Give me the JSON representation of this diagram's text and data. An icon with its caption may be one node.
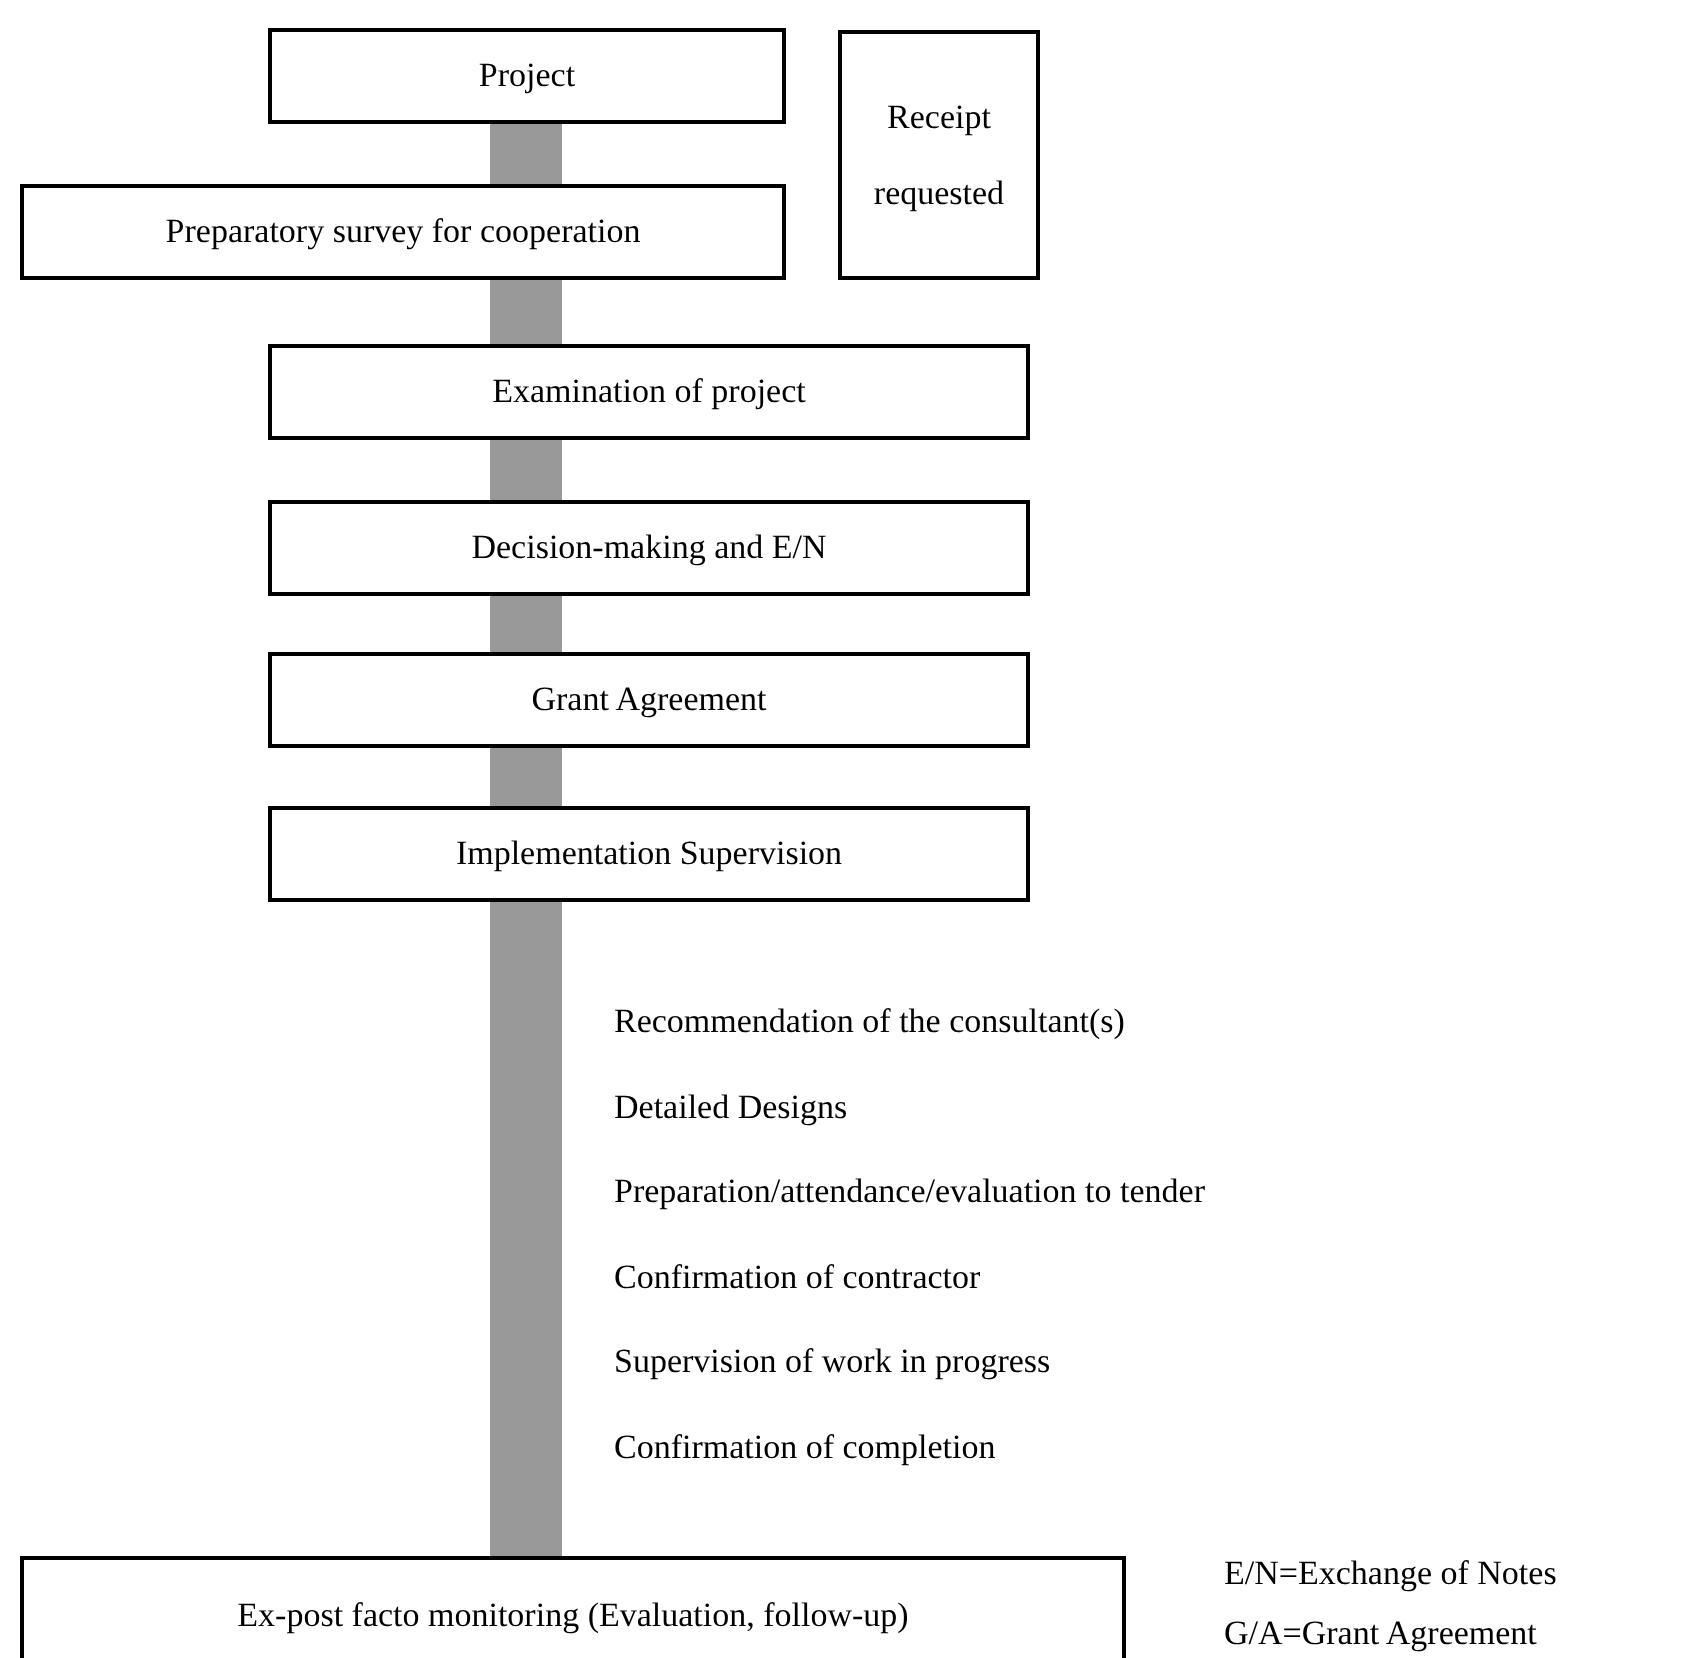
{
  "diagram": {
    "nodes": [
      {
        "text": [
          "Project"
        ]
      },
      {
        "text": [
          "Receipt requested"
        ]
      },
      {
        "text": [
          "Preparatory survey for cooperation"
        ]
      },
      {
        "text": [
          "Examination of project"
        ]
      },
      {
        "text": [
          "Decision-making and E/N"
        ]
      },
      {
        "text": [
          "Grant Agreement"
        ]
      },
      {
        "text": [
          "Implementation Supervision"
        ]
      },
      {
        "text": [
          "Ex-post facto monitoring (Evaluation, follow-up)"
        ]
      }
    ],
    "edges": [
      {
        "from": 0,
        "to": 2,
        "arrow": "none"
      },
      {
        "from": 2,
        "to": 3,
        "arrow": "none"
      },
      {
        "from": 3,
        "to": 4,
        "arrow": "none"
      },
      {
        "from": 4,
        "to": 5,
        "arrow": "none"
      },
      {
        "from": 5,
        "to": 6,
        "arrow": "none"
      },
      {
        "from": 6,
        "to": 7,
        "arrow": "none"
      }
    ],
    "labels": [
      "Recommendation of the consultant(s)",
      "Detailed Designs",
      "Preparation/attendance/evaluation to tender",
      "Confirmation of contractor",
      "Supervision of work in progress",
      "Confirmation of completion",
      "E/N=Exchange of Notes",
      "G/A=Grant Agreement"
    ]
  }
}
